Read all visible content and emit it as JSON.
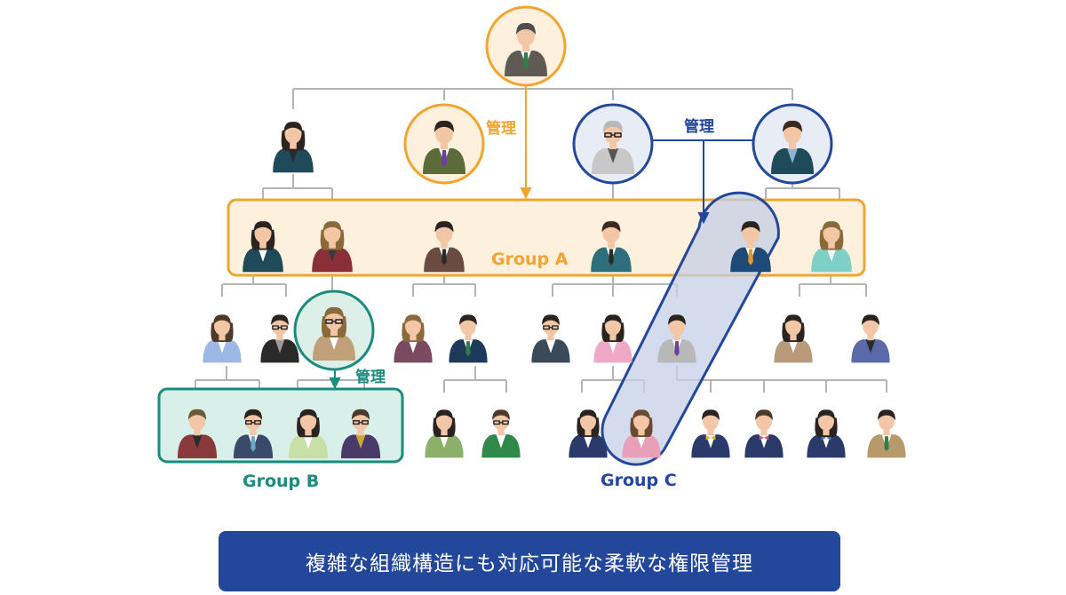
{
  "labels": {
    "kanri_orange": "管理",
    "kanri_blue": "管理",
    "kanri_teal": "管理",
    "group_a": "Group A",
    "group_b": "Group B",
    "group_c": "Group C"
  },
  "caption": "複雑な組織構造にも対応可能な柔軟な権限管理",
  "colors": {
    "orange": "#f0a531",
    "blue": "#23479a",
    "teal": "#1a8c7c",
    "line": "#b4b4b4"
  },
  "people": [
    {
      "id": "ceo",
      "skin": "#f3c7a6",
      "hair": "#4e4e4e",
      "suit": "#5f5a54",
      "tie": "#2f7d4a",
      "shirt": "#ffffff",
      "ring": "orange",
      "glasses": false
    },
    {
      "id": "l1-1",
      "skin": "#f3c7a6",
      "hair": "#2b2320",
      "suit": "#1e4a5a",
      "shirt": "#2a2a2a",
      "long": true
    },
    {
      "id": "l1-2",
      "skin": "#f3c7a6",
      "hair": "#2b2320",
      "suit": "#5d6b3a",
      "tie": "#6b3fa0",
      "shirt": "#ffffff",
      "ring": "orange"
    },
    {
      "id": "l1-3",
      "skin": "#f3c7a6",
      "hair": "#b8b8b8",
      "suit": "#c8c8c8",
      "shirt": "#555555",
      "ring": "blue",
      "glasses": true
    },
    {
      "id": "l1-4",
      "skin": "#f3c7a6",
      "hair": "#3a2a20",
      "suit": "#1e4a5a",
      "shirt": "#8ab6d6",
      "ring": "blue"
    },
    {
      "id": "a1",
      "skin": "#f3c7a6",
      "hair": "#2b2320",
      "suit": "#1e4a5a",
      "shirt": "#ffffff",
      "long": true
    },
    {
      "id": "a2",
      "skin": "#f3c7a6",
      "hair": "#8b6a3a",
      "suit": "#8a2f38",
      "shirt": "#3a3a3a",
      "long": true
    },
    {
      "id": "a3",
      "skin": "#f3c7a6",
      "hair": "#2b2320",
      "suit": "#6b4a42",
      "tie": "#2a2a2a",
      "shirt": "#ffffff"
    },
    {
      "id": "a4",
      "skin": "#f3c7a6",
      "hair": "#3a2a20",
      "suit": "#2e6f7e",
      "tie": "#2a2a2a",
      "shirt": "#ffffff"
    },
    {
      "id": "a5",
      "skin": "#f3c7a6",
      "hair": "#2b2320",
      "suit": "#1e4a7a",
      "tie": "#e39a2a",
      "shirt": "#ffffff"
    },
    {
      "id": "a6",
      "skin": "#f3c7a6",
      "hair": "#8b6a3a",
      "suit": "#7fcfc6",
      "shirt": "#ffffff",
      "long": true
    },
    {
      "id": "r3-1",
      "skin": "#f3c7a6",
      "hair": "#4e3a2a",
      "suit": "#9cb8e6",
      "shirt": "#ffffff",
      "long": true
    },
    {
      "id": "r3-2",
      "skin": "#f3c7a6",
      "hair": "#2b2320",
      "suit": "#2a2a2a",
      "shirt": "#9a9a9a",
      "glasses": true
    },
    {
      "id": "r3-3",
      "skin": "#f3c7a6",
      "hair": "#8b6a3a",
      "suit": "#c0a078",
      "shirt": "#ffffff",
      "long": true,
      "glasses": true,
      "ring": "teal"
    },
    {
      "id": "r3-4",
      "skin": "#f3c7a6",
      "hair": "#8b6a3a",
      "suit": "#7a4a62",
      "shirt": "#ffffff",
      "long": true
    },
    {
      "id": "r3-5",
      "skin": "#f3c7a6",
      "hair": "#2b2320",
      "suit": "#1e3a5a",
      "tie": "#2f7d4a",
      "shirt": "#ffffff"
    },
    {
      "id": "r3-6",
      "skin": "#f3c7a6",
      "hair": "#2b2320",
      "suit": "#3a4a5a",
      "shirt": "#ffffff",
      "glasses": true
    },
    {
      "id": "r3-7",
      "skin": "#f3c7a6",
      "hair": "#2b2320",
      "suit": "#f0a8c8",
      "shirt": "#ffffff",
      "long": true
    },
    {
      "id": "r3-8",
      "skin": "#f3c7a6",
      "hair": "#2b2320",
      "suit": "#b8b8b8",
      "tie": "#6b3fa0",
      "shirt": "#ffffff"
    },
    {
      "id": "r3-9",
      "skin": "#f3c7a6",
      "hair": "#2b2320",
      "suit": "#b89a7a",
      "shirt": "#ffffff",
      "long": true
    },
    {
      "id": "r3-10",
      "skin": "#f3c7a6",
      "hair": "#2b2320",
      "suit": "#5a6aa8",
      "shirt": "#2a2a2a"
    },
    {
      "id": "b1",
      "skin": "#f3c7a6",
      "hair": "#6b5a3a",
      "suit": "#8a3a3a",
      "shirt": "#2a2a2a"
    },
    {
      "id": "b2",
      "skin": "#f3c7a6",
      "hair": "#2b2320",
      "suit": "#3a4a6a",
      "tie": "#6aa6c8",
      "shirt": "#ffffff",
      "glasses": true
    },
    {
      "id": "b3",
      "skin": "#f3c7a6",
      "hair": "#2b2320",
      "suit": "#c8e0a8",
      "shirt": "#ffffff",
      "long": true
    },
    {
      "id": "b4",
      "skin": "#f3c7a6",
      "hair": "#4e3a2a",
      "suit": "#4a3a6a",
      "shirt": "#c8a83a",
      "glasses": true
    },
    {
      "id": "r4-5",
      "skin": "#f3c7a6",
      "hair": "#2b2320",
      "suit": "#8ab06a",
      "shirt": "#ffffff",
      "long": true
    },
    {
      "id": "r4-6",
      "skin": "#f3c7a6",
      "hair": "#4e3a2a",
      "suit": "#2f8a4a",
      "shirt": "#ffffff",
      "glasses": true
    },
    {
      "id": "c1",
      "skin": "#f3c7a6",
      "hair": "#2b2320",
      "suit": "#2a3a6a",
      "shirt": "#ffffff",
      "long": true
    },
    {
      "id": "c2",
      "skin": "#f3c7a6",
      "hair": "#6b4a32",
      "suit": "#e8a0b8",
      "shirt": "#ffffff",
      "long": true
    },
    {
      "id": "r4-9",
      "skin": "#f3c7a6",
      "hair": "#2b2320",
      "suit": "#2a3a6a",
      "tie": "#e3b22a",
      "shirt": "#ffffff",
      "bow": true
    },
    {
      "id": "r4-10",
      "skin": "#f3c7a6",
      "hair": "#4e3a2a",
      "suit": "#2a3a6a",
      "tie": "#d04a6a",
      "shirt": "#ffffff",
      "bow": true
    },
    {
      "id": "r4-11",
      "skin": "#f3c7a6",
      "hair": "#2b2320",
      "suit": "#2a3a6a",
      "tie": "#3a7ad0",
      "shirt": "#ffffff",
      "bow": true,
      "long": true
    },
    {
      "id": "r4-12",
      "skin": "#f3c7a6",
      "hair": "#2b2320",
      "suit": "#b89a6a",
      "tie": "#2f7d4a",
      "shirt": "#ffffff"
    }
  ]
}
